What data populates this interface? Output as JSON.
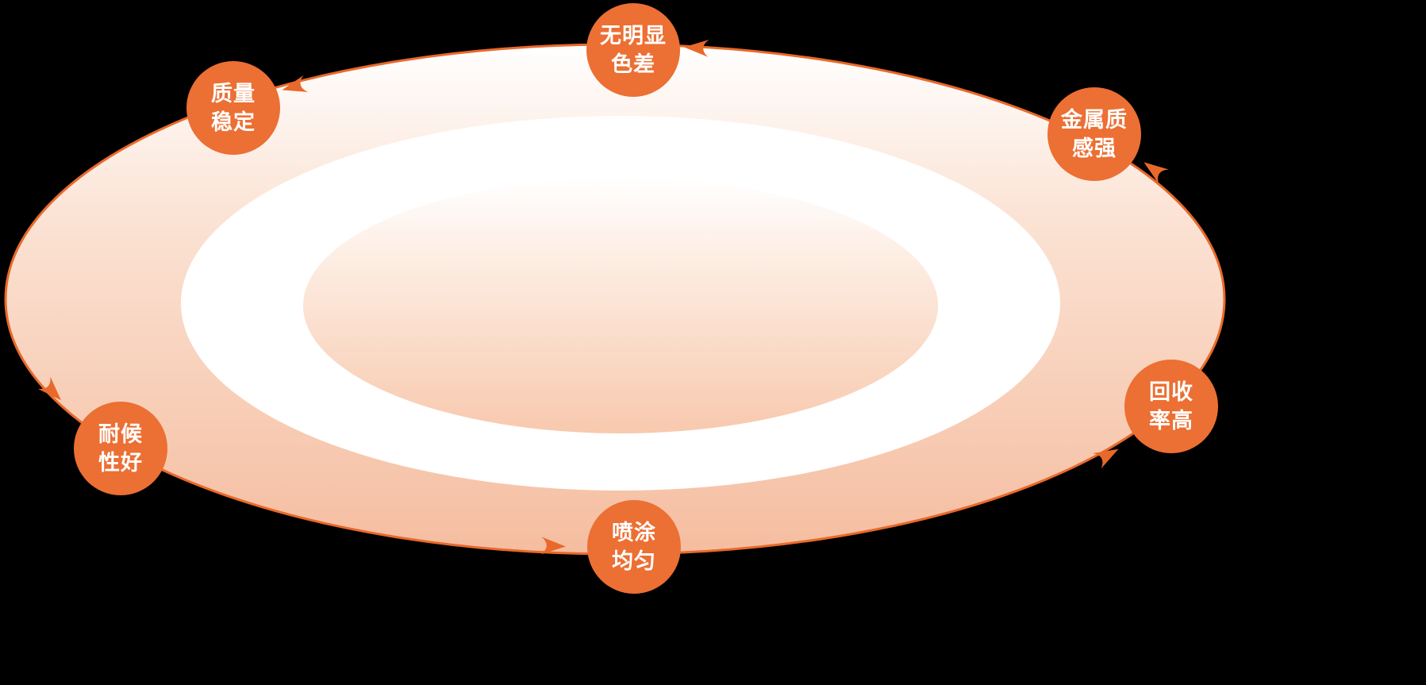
{
  "figure": {
    "type": "cycle-diagram",
    "flow_direction": "counterclockwise",
    "shape": "elliptical-ring"
  },
  "badges": [
    {
      "id": "no-visible-color-difference",
      "line1": "无明显",
      "line2": "色差"
    },
    {
      "id": "stable-quality",
      "line1": "质量",
      "line2": "稳定"
    },
    {
      "id": "good-weather-resistance",
      "line1": "耐候",
      "line2": "性好"
    },
    {
      "id": "even-spraying",
      "line1": "喷涂",
      "line2": "均匀"
    },
    {
      "id": "high-recovery-rate",
      "line1": "回收",
      "line2": "率高"
    },
    {
      "id": "strong-metallic-texture",
      "line1": "金属质",
      "line2": "感强"
    }
  ],
  "icons": {
    "flow_arrow": "arrowhead-along-ellipse"
  },
  "colors": {
    "background": "#000000",
    "badge": "#ec6f33",
    "ring_stroke": "#e8692b",
    "gradient_top": "#ffffff",
    "gradient_bottom": "#f5bda0",
    "inner_gradient_top": "#ffffff",
    "inner_gradient_bottom": "#f8c9ae",
    "ring_fill": "#ffffff",
    "text": "#ffffff"
  }
}
